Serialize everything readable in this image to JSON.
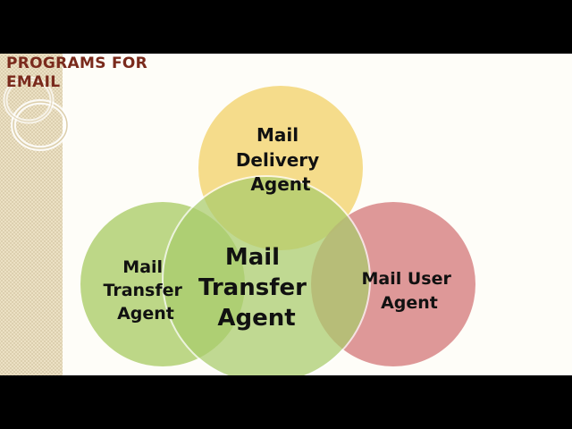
{
  "slide": {
    "title": "PROGRAMS FOR EMAIL"
  },
  "diagram": {
    "circles": [
      {
        "id": "top",
        "label_lines": [
          "Mail",
          "Delivery",
          "Agent"
        ],
        "color": "#f4d77b"
      },
      {
        "id": "left",
        "label_lines": [
          "Mail",
          "Transfer",
          "Agent"
        ],
        "color": "#b6d37a"
      },
      {
        "id": "center",
        "label_lines": [
          "Mail",
          "Transfer",
          "Agent"
        ],
        "color": "#a9cc6c"
      },
      {
        "id": "right",
        "label_lines": [
          "Mail User",
          "Agent"
        ],
        "color": "#d98a8a"
      }
    ]
  },
  "colors": {
    "title": "#7a2a1c",
    "background": "#fefdf8",
    "side_strip": "#ece1c4"
  }
}
